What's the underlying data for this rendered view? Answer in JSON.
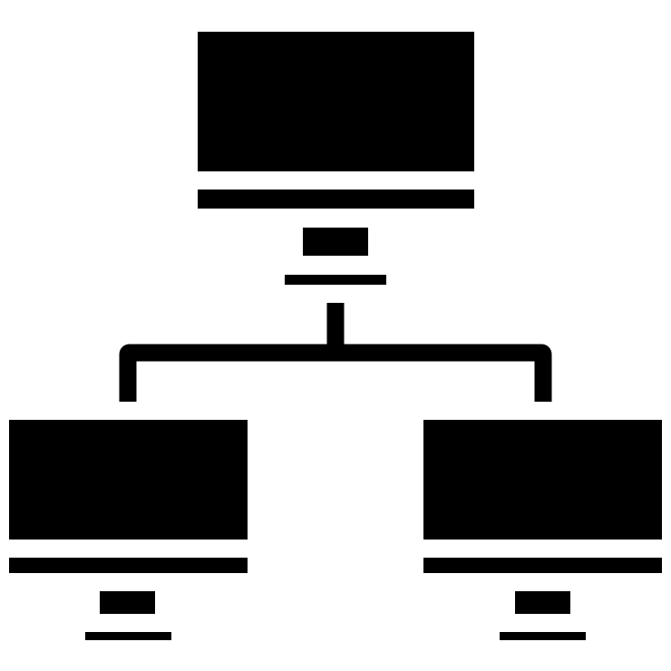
{
  "icon": {
    "name": "network-computers-icon",
    "color": "#000000",
    "background": "#ffffff",
    "nodes": [
      {
        "name": "server-monitor",
        "role": "parent"
      },
      {
        "name": "client-monitor-left",
        "role": "child"
      },
      {
        "name": "client-monitor-right",
        "role": "child"
      }
    ]
  }
}
